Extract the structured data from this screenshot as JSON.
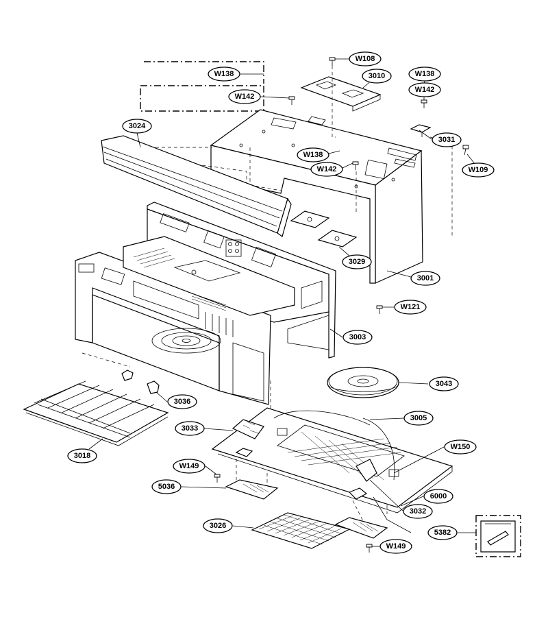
{
  "labels": {
    "w108": "W108",
    "w138_top": "W138",
    "w142_top": "W142",
    "l3010": "3010",
    "w138_right": "W138",
    "w142_right": "W142",
    "l3024": "3024",
    "l3031": "3031",
    "w138_mid": "W138",
    "w142_mid": "W142",
    "w109": "W109",
    "l3029": "3029",
    "l3001": "3001",
    "w121": "W121",
    "l3003": "3003",
    "l3043": "3043",
    "l3036": "3036",
    "l3005": "3005",
    "l3033": "3033",
    "l3018": "3018",
    "w150": "W150",
    "w149_left": "W149",
    "l5036": "5036",
    "l6000": "6000",
    "l3032": "3032",
    "l3026": "3026",
    "l5382": "5382",
    "w149_bottom": "W149"
  },
  "colors": {
    "line": "#000000",
    "background": "#ffffff"
  }
}
